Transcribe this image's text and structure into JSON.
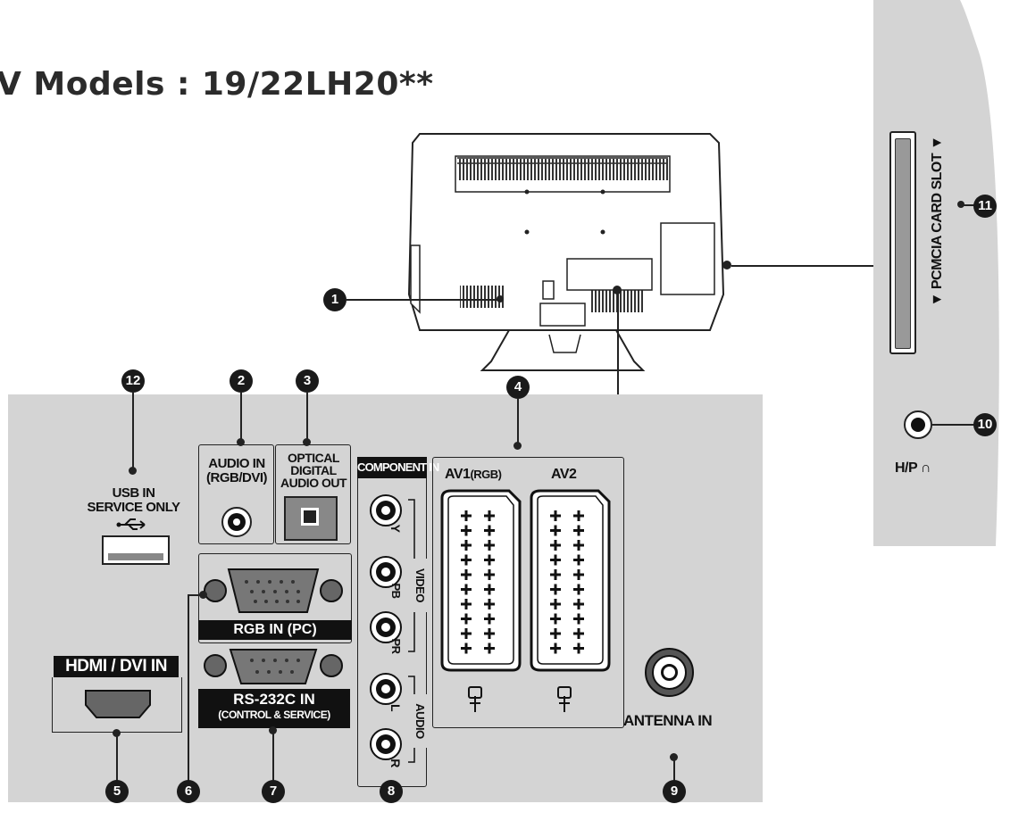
{
  "title": "V Models : 19/22LH20**",
  "labels": {
    "usb": "USB IN\nSERVICE ONLY",
    "audio_in": "AUDIO IN\n(RGB/DVI)",
    "optical": "OPTICAL\nDIGITAL\nAUDIO OUT",
    "component": "COMPONENT IN",
    "av1": "AV1",
    "av1_sub": "(RGB)",
    "av2": "AV2",
    "rgb_in": "RGB IN (PC)",
    "rs232": "RS-232C IN",
    "rs232_sub": "(CONTROL & SERVICE)",
    "hdmi": "HDMI / DVI IN",
    "antenna": "ANTENNA IN",
    "pcmcia": "▼ PCMCIA CARD SLOT ▼",
    "hp": "H/P",
    "comp_y": "Y",
    "comp_pb": "PB",
    "comp_pr": "PR",
    "comp_l": "L",
    "comp_r": "R",
    "video": "VIDEO",
    "audio": "AUDIO"
  },
  "callouts": [
    "1",
    "2",
    "3",
    "4",
    "5",
    "6",
    "7",
    "8",
    "9",
    "10",
    "11",
    "12"
  ]
}
